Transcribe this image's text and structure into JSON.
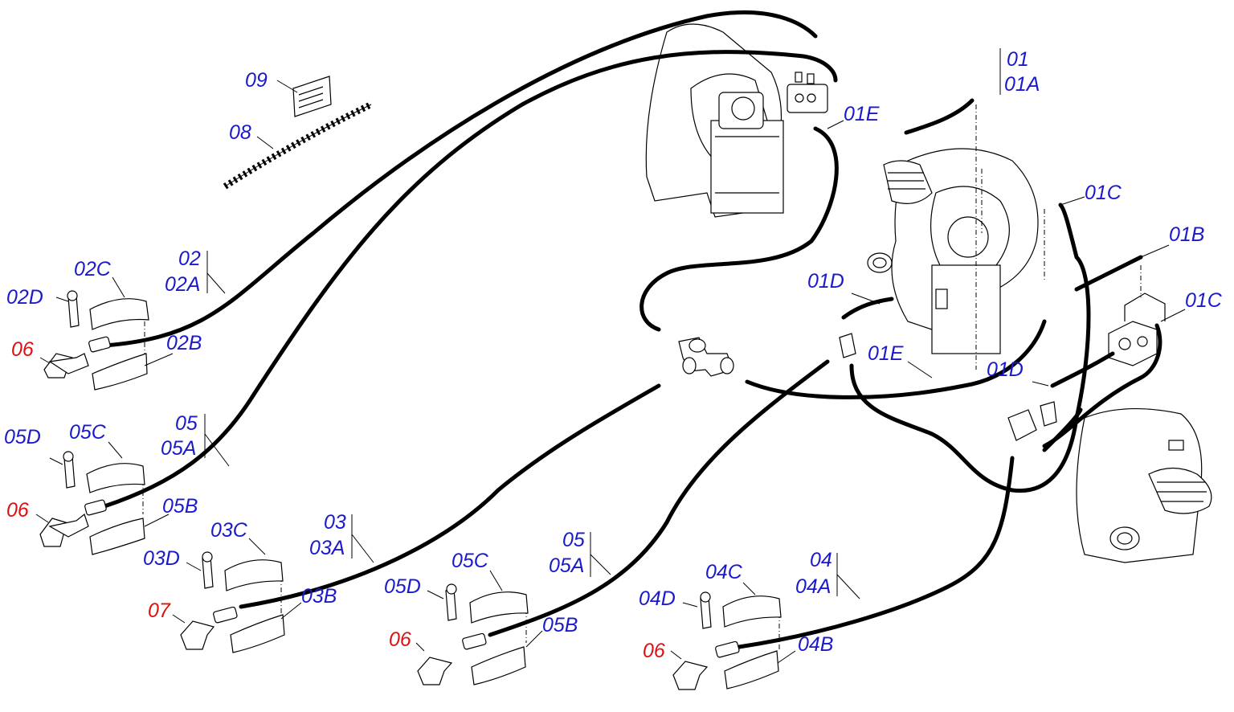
{
  "colors": {
    "callout_blue": "#1a1acc",
    "callout_red": "#dd1111",
    "line": "#000000"
  },
  "labels": {
    "l01": "01",
    "l01A": "01A",
    "l01B": "01B",
    "l01C_a": "01C",
    "l01C_b": "01C",
    "l01D_a": "01D",
    "l01D_b": "01D",
    "l01E_a": "01E",
    "l01E_b": "01E",
    "l02": "02",
    "l02A": "02A",
    "l02B": "02B",
    "l02C": "02C",
    "l02D": "02D",
    "l03": "03",
    "l03A": "03A",
    "l03B": "03B",
    "l03C": "03C",
    "l03D": "03D",
    "l04": "04",
    "l04A": "04A",
    "l04B": "04B",
    "l04C": "04C",
    "l04D": "04D",
    "l05_a": "05",
    "l05A_a": "05A",
    "l05B_a": "05B",
    "l05C_a": "05C",
    "l05D_a": "05D",
    "l05_b": "05",
    "l05A_b": "05A",
    "l05B_b": "05B",
    "l05C_b": "05C",
    "l05D_b": "05D",
    "l06_a": "06",
    "l06_b": "06",
    "l06_c": "06",
    "l06_d": "06",
    "l07": "07",
    "l08": "08",
    "l09": "09"
  }
}
